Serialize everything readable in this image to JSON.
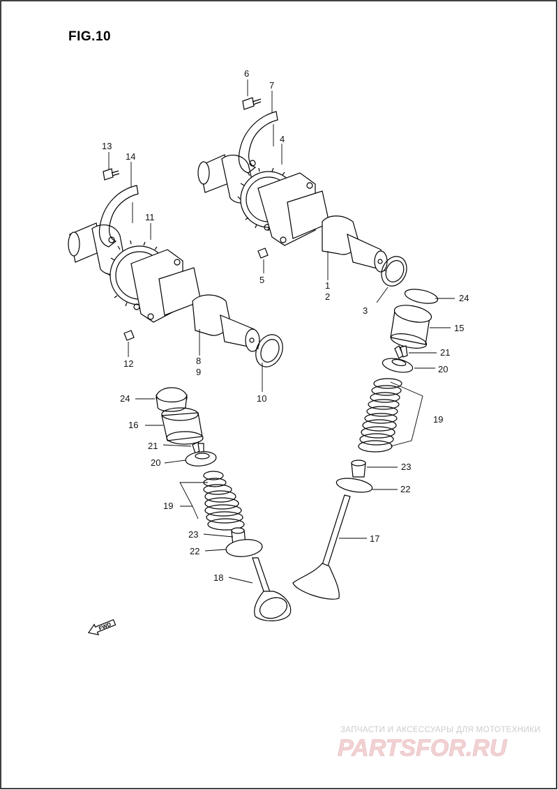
{
  "title": "FIG.10",
  "callouts": {
    "c1": "1",
    "c2": "2",
    "c3": "3",
    "c4": "4",
    "c5": "5",
    "c6": "6",
    "c7": "7",
    "c8": "8",
    "c9": "9",
    "c10": "10",
    "c11": "11",
    "c12": "12",
    "c13": "13",
    "c14": "14",
    "c15": "15",
    "c16": "16",
    "c17": "17",
    "c18": "18",
    "c24a": "24",
    "c21a": "21",
    "c20a": "20",
    "c19a": "19",
    "c23a": "23",
    "c22a": "22",
    "c24b": "24",
    "c21b": "21",
    "c20b": "20",
    "c19b": "19",
    "c23b": "23",
    "c22b": "22"
  },
  "fwd_label": "FWD",
  "watermark": {
    "tagline": "ЗАПЧАСТИ И АКСЕССУАРЫ ДЛЯ МОТОТЕХНИКИ",
    "logo": "PARTSFOR.RU"
  }
}
